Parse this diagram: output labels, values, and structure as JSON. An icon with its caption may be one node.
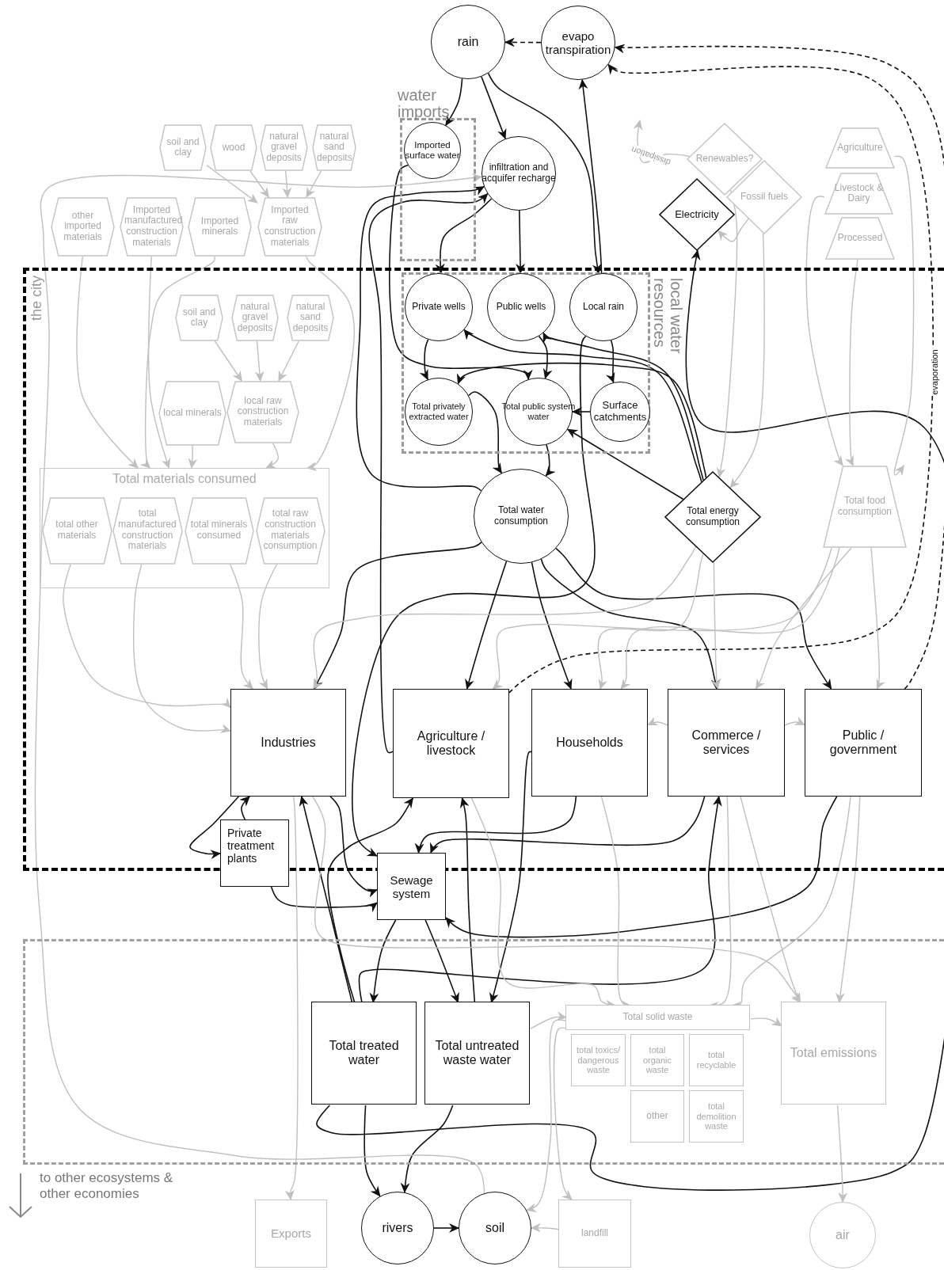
{
  "diagram": {
    "nodes": [
      {
        "text": [
          "rain"
        ]
      },
      {
        "text": [
          "evapo transpiration"
        ]
      },
      {
        "text": [
          "water imports"
        ]
      },
      {
        "text": [
          "Imported surface water"
        ],
        "in": 2
      },
      {
        "text": [
          "infiltration and acquifer recharge"
        ]
      },
      {
        "text": [
          "soil and clay"
        ]
      },
      {
        "text": [
          "wood"
        ]
      },
      {
        "text": [
          "natural gravel deposits"
        ]
      },
      {
        "text": [
          "natural sand deposits"
        ]
      },
      {
        "text": [
          "other imported materials"
        ]
      },
      {
        "text": [
          "Imported manufactured construction materials"
        ]
      },
      {
        "text": [
          "Imported minerals"
        ]
      },
      {
        "text": [
          "Imported raw construction materials"
        ]
      },
      {
        "text": [
          "Renewables?"
        ]
      },
      {
        "text": [
          "Fossil fuels"
        ]
      },
      {
        "text": [
          "Electricity"
        ]
      },
      {
        "text": [
          "Agriculture"
        ]
      },
      {
        "text": [
          "Livestock & Dairy"
        ]
      },
      {
        "text": [
          "Processed"
        ]
      },
      {
        "text": [
          "the city"
        ]
      },
      {
        "text": [
          "local water resources"
        ],
        "in": 19
      },
      {
        "text": [
          "Private wells"
        ],
        "in": 20
      },
      {
        "text": [
          "Public wells"
        ],
        "in": 20
      },
      {
        "text": [
          "Local rain"
        ],
        "in": 20
      },
      {
        "text": [
          "Total privately extracted water"
        ],
        "in": 20
      },
      {
        "text": [
          "Total public system water"
        ],
        "in": 20
      },
      {
        "text": [
          "Surface catchments"
        ],
        "in": 20
      },
      {
        "text": [
          "soil and clay"
        ],
        "in": 19
      },
      {
        "text": [
          "natural gravel deposits"
        ],
        "in": 19
      },
      {
        "text": [
          "natural sand deposits"
        ],
        "in": 19
      },
      {
        "text": [
          "local minerals"
        ],
        "in": 19
      },
      {
        "text": [
          "local raw construction materials"
        ],
        "in": 19
      },
      {
        "text": [
          "Total materials consumed"
        ],
        "in": 19
      },
      {
        "text": [
          "total other materials"
        ],
        "in": 32
      },
      {
        "text": [
          "total manufactured construction materials"
        ],
        "in": 32
      },
      {
        "text": [
          "total minerals consumed"
        ],
        "in": 32
      },
      {
        "text": [
          "total raw construction materials consumption"
        ],
        "in": 32
      },
      {
        "text": [
          "Total water consumption"
        ],
        "in": 19
      },
      {
        "text": [
          "Total energy consumption"
        ],
        "in": 19
      },
      {
        "text": [
          "Total food consumption"
        ],
        "in": 19
      },
      {
        "text": [
          "Industries"
        ],
        "in": 19
      },
      {
        "text": [
          "Agriculture / livestock"
        ],
        "in": 19
      },
      {
        "text": [
          "Households"
        ],
        "in": 19
      },
      {
        "text": [
          "Commerce / services"
        ],
        "in": 19
      },
      {
        "text": [
          "Public / government"
        ],
        "in": 19
      },
      {
        "text": [
          "Private treatment plants"
        ]
      },
      {
        "text": [
          "Sewage system"
        ]
      },
      {
        "text": [],
        "shape": "box"
      },
      {
        "text": [
          "Total treated water"
        ],
        "in": 47
      },
      {
        "text": [
          "Total untreated waste water"
        ],
        "in": 47
      },
      {
        "text": [
          "Total solid waste"
        ],
        "in": 47
      },
      {
        "text": [
          "total toxics/ dangerous waste"
        ],
        "in": 47
      },
      {
        "text": [
          "total organic waste"
        ],
        "in": 47
      },
      {
        "text": [
          "total recyclable"
        ],
        "in": 47
      },
      {
        "text": [
          "other"
        ],
        "in": 47
      },
      {
        "text": [
          "total demolition waste"
        ],
        "in": 47
      },
      {
        "text": [
          "Total emissions"
        ],
        "in": 47
      },
      {
        "text": [
          "Exports"
        ]
      },
      {
        "text": [
          "rivers"
        ]
      },
      {
        "text": [
          "soil"
        ]
      },
      {
        "text": [
          "landfill"
        ]
      },
      {
        "text": [
          "air"
        ]
      }
    ],
    "edges": [
      {
        "from": 1,
        "to": 0,
        "arrow": "to",
        "style": "dashed",
        "color": "#111111"
      },
      {
        "from": 0,
        "to": 3,
        "arrow": "to",
        "color": "#111111"
      },
      {
        "from": 0,
        "to": 4,
        "arrow": "to",
        "color": "#111111"
      },
      {
        "from": 0,
        "to": 23,
        "arrow": "to",
        "color": "#111111"
      },
      {
        "from": 23,
        "to": 1,
        "arrow": "to",
        "color": "#111111"
      },
      {
        "from": 4,
        "to": 22,
        "arrow": "to",
        "color": "#111111"
      },
      {
        "from": 4,
        "to": 21,
        "arrow": "to",
        "color": "#111111"
      },
      {
        "from": 3,
        "to": 25,
        "arrow": "to",
        "color": "#111111"
      },
      {
        "from": 21,
        "to": 24,
        "arrow": "to",
        "color": "#111111"
      },
      {
        "from": 22,
        "to": 25,
        "arrow": "to",
        "color": "#111111"
      },
      {
        "from": 23,
        "to": 26,
        "arrow": "to",
        "color": "#111111"
      },
      {
        "from": 26,
        "to": 25,
        "arrow": "to",
        "color": "#111111"
      },
      {
        "from": 24,
        "to": 37,
        "arrow": "to",
        "color": "#111111"
      },
      {
        "from": 25,
        "to": 37,
        "arrow": "to",
        "color": "#111111"
      },
      {
        "from": 37,
        "to": 4,
        "arrow": "to",
        "color": "#111111"
      },
      {
        "from": 41,
        "to": 4,
        "arrow": "to",
        "color": "#111111"
      },
      {
        "from": 38,
        "to": 21,
        "arrow": "to",
        "color": "#111111"
      },
      {
        "from": 38,
        "to": 22,
        "arrow": "to",
        "color": "#111111"
      },
      {
        "from": 38,
        "to": 24,
        "arrow": "to",
        "color": "#111111"
      },
      {
        "from": 38,
        "to": 25,
        "arrow": "to",
        "color": "#111111"
      },
      {
        "from": 37,
        "to": 40,
        "arrow": "to",
        "color": "#111111"
      },
      {
        "from": 37,
        "to": 41,
        "arrow": "to",
        "color": "#111111"
      },
      {
        "from": 37,
        "to": 42,
        "arrow": "to",
        "color": "#111111"
      },
      {
        "from": 37,
        "to": 43,
        "arrow": "to",
        "color": "#111111"
      },
      {
        "from": 37,
        "to": 44,
        "arrow": "to",
        "color": "#111111"
      },
      {
        "from": 40,
        "to": 45,
        "arrow": "to",
        "color": "#111111"
      },
      {
        "from": 45,
        "to": 40,
        "arrow": "to",
        "color": "#111111"
      },
      {
        "from": 45,
        "to": 46,
        "arrow": "to",
        "color": "#111111"
      },
      {
        "from": 40,
        "to": 46,
        "arrow": "to",
        "color": "#111111"
      },
      {
        "from": 23,
        "to": 46,
        "arrow": "to",
        "color": "#111111"
      },
      {
        "from": 42,
        "to": 49,
        "arrow": "to",
        "color": "#111111"
      },
      {
        "from": 42,
        "to": 46,
        "arrow": "to",
        "color": "#111111"
      },
      {
        "from": 43,
        "to": 46,
        "arrow": "to",
        "color": "#111111"
      },
      {
        "from": 44,
        "to": 46,
        "arrow": "to",
        "color": "#111111"
      },
      {
        "from": 46,
        "to": 48,
        "arrow": "to",
        "color": "#111111"
      },
      {
        "from": 46,
        "to": 49,
        "arrow": "to",
        "color": "#111111"
      },
      {
        "from": 48,
        "to": 40,
        "arrow": "to",
        "color": "#111111"
      },
      {
        "from": 48,
        "to": 41,
        "arrow": "to",
        "color": "#111111"
      },
      {
        "from": 49,
        "to": 41,
        "arrow": "to",
        "color": "#111111"
      },
      {
        "from": 48,
        "to": 43,
        "arrow": "to",
        "color": "#111111"
      },
      {
        "from": 48,
        "to": 58,
        "arrow": "to",
        "color": "#111111"
      },
      {
        "from": 49,
        "to": 58,
        "arrow": "to",
        "color": "#111111"
      },
      {
        "from": 58,
        "to": 59,
        "arrow": "to",
        "color": "#111111"
      },
      {
        "from": 48,
        "to": 15,
        "arrow": "to",
        "color": "#111111"
      },
      {
        "from": 44,
        "to": 1,
        "arrow": "to",
        "style": "dashed",
        "color": "#111111",
        "label": "evaporation"
      },
      {
        "from": 41,
        "to": 1,
        "arrow": "to",
        "style": "dashed",
        "color": "#111111"
      },
      {
        "from": 5,
        "to": 12,
        "arrow": "to"
      },
      {
        "from": 6,
        "to": 12,
        "arrow": "to"
      },
      {
        "from": 7,
        "to": 12,
        "arrow": "to"
      },
      {
        "from": 8,
        "to": 12,
        "arrow": "to"
      },
      {
        "from": 27,
        "to": 31,
        "arrow": "to"
      },
      {
        "from": 28,
        "to": 31,
        "arrow": "to"
      },
      {
        "from": 29,
        "to": 31,
        "arrow": "to"
      },
      {
        "from": 9,
        "to": 32,
        "arrow": "to"
      },
      {
        "from": 10,
        "to": 32,
        "arrow": "to"
      },
      {
        "from": 11,
        "to": 32,
        "arrow": "to"
      },
      {
        "from": 12,
        "to": 32,
        "arrow": "to"
      },
      {
        "from": 30,
        "to": 32,
        "arrow": "to"
      },
      {
        "from": 31,
        "to": 32,
        "arrow": "to"
      },
      {
        "from": 33,
        "to": 40,
        "arrow": "to"
      },
      {
        "from": 34,
        "to": 40,
        "arrow": "to"
      },
      {
        "from": 35,
        "to": 40,
        "arrow": "to"
      },
      {
        "from": 36,
        "to": 40,
        "arrow": "to"
      },
      {
        "from": 13,
        "to": null,
        "arrow": "to",
        "label": "dissipation"
      },
      {
        "from": 14,
        "to": 15,
        "arrow": "to"
      },
      {
        "from": 13,
        "to": 38,
        "arrow": "to"
      },
      {
        "from": 14,
        "to": 38,
        "arrow": "to"
      },
      {
        "from": 16,
        "to": 39,
        "arrow": "to"
      },
      {
        "from": 17,
        "to": 39,
        "arrow": "to"
      },
      {
        "from": 18,
        "to": 39,
        "arrow": "to"
      },
      {
        "from": 38,
        "to": 40,
        "arrow": "to"
      },
      {
        "from": 38,
        "to": 42,
        "arrow": "to"
      },
      {
        "from": 38,
        "to": 43,
        "arrow": "to"
      },
      {
        "from": 39,
        "to": 41,
        "arrow": "to"
      },
      {
        "from": 39,
        "to": 42,
        "arrow": "to"
      },
      {
        "from": 39,
        "to": 43,
        "arrow": "to"
      },
      {
        "from": 39,
        "to": 44,
        "arrow": "to"
      },
      {
        "from": 43,
        "to": 42,
        "arrow": "to"
      },
      {
        "from": 43,
        "to": 44,
        "arrow": "to"
      },
      {
        "from": 40,
        "to": 57,
        "arrow": "to"
      },
      {
        "from": 49,
        "to": 50,
        "arrow": "to"
      },
      {
        "from": 50,
        "to": 56,
        "arrow": "to"
      },
      {
        "from": 50,
        "to": 60,
        "arrow": "to"
      },
      {
        "from": 50,
        "to": 59,
        "arrow": "to"
      },
      {
        "from": 60,
        "to": 59,
        "arrow": "to"
      },
      {
        "from": 56,
        "to": 61,
        "arrow": "to"
      },
      {
        "from": 59,
        "to": 4,
        "arrow": "to"
      },
      {
        "from": 40,
        "to": 56,
        "arrow": "to"
      },
      {
        "from": 41,
        "to": 50,
        "arrow": "to"
      },
      {
        "from": 42,
        "to": 50,
        "arrow": "to"
      },
      {
        "from": 43,
        "to": 56,
        "arrow": "to"
      },
      {
        "from": 44,
        "to": 56,
        "arrow": "to"
      },
      {
        "from": 43,
        "to": 50,
        "arrow": "to"
      },
      {
        "from": 44,
        "to": 50,
        "arrow": "to"
      }
    ],
    "labels": [
      "to other ecosystems & other economies"
    ]
  }
}
